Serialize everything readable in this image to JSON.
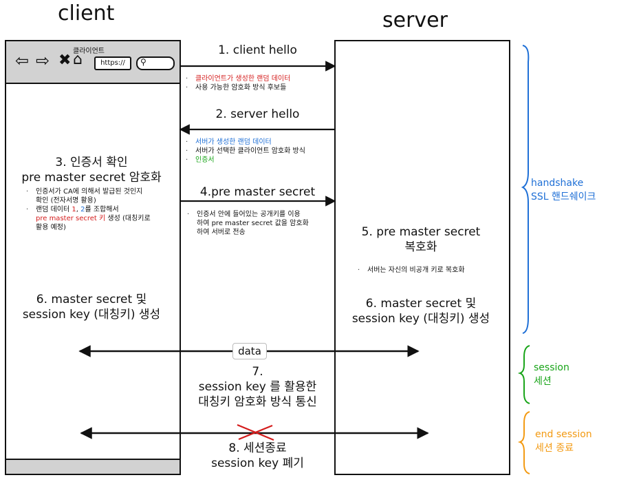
{
  "titles": {
    "client": "client",
    "server": "server"
  },
  "browser": {
    "title": "클라이언트",
    "url": "https://"
  },
  "steps": {
    "s1": {
      "label": "1. client hello",
      "bullets": [
        "클라이언트가 생성한 랜덤 데이터",
        "사용 가능한 암호화 방식 후보들"
      ]
    },
    "s2": {
      "label": "2. server hello",
      "bullets": [
        "서버가 생성한 랜덤 데이터",
        "서버가 선택한 클라이언트 암호화 방식",
        "인증서"
      ]
    },
    "s3": {
      "line1": "3. 인증서 확인",
      "line2": "pre master secret 암호화",
      "b1a": "인증서가 CA에 의해서 발급된 것인지",
      "b1b": "확인 (전자서명 활용)",
      "b2a": "랜덤 데이터 ",
      "b2_n1": "1",
      "b2_sep": ", ",
      "b2_n2": "2",
      "b2_tail": "를 조합해서",
      "b2b_red": "pre master secret 키",
      "b2b_tail": " 생성 (대칭키로",
      "b2c": "활용 예정)"
    },
    "s4": {
      "label": "4.pre master secret",
      "bullets": [
        "인증서 안에 들어있는 공개키를 이용",
        "하여 pre master secret 값을 암호화",
        "하여 서버로 전송"
      ]
    },
    "s5": {
      "line1": "5. pre master secret",
      "line2": "복호화",
      "bullet": "서버는 자신의 비공개 키로 복호화"
    },
    "s6": {
      "line1": "6. master secret 및",
      "line2": "session key (대칭키) 생성"
    },
    "data_label": "data",
    "s7": {
      "line1": "7.",
      "line2": "session key 를 활용한",
      "line3": "대칭키 암호화 방식 통신"
    },
    "s8": {
      "line1": "8. 세션종료",
      "line2": "session key 폐기"
    }
  },
  "phases": {
    "handshake": {
      "en": "handshake",
      "ko": "SSL 핸드쉐이크",
      "color": "#1e6fd6"
    },
    "session": {
      "en": "session",
      "ko": "세션",
      "color": "#18a418"
    },
    "end": {
      "en": "end session",
      "ko": "세션 종료",
      "color": "#f39a12"
    }
  }
}
